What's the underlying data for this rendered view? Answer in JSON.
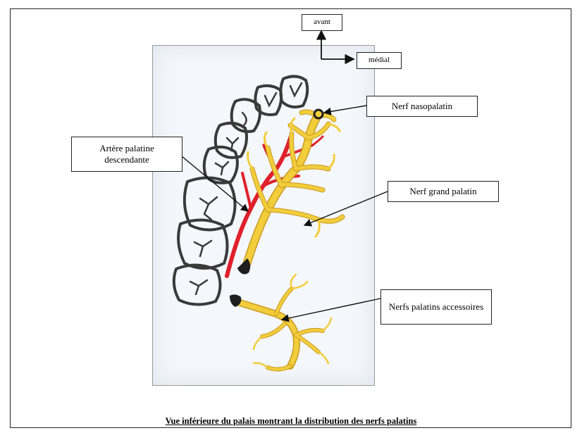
{
  "orientation": {
    "front": "avant",
    "medial": "médial"
  },
  "labels": {
    "nasopalatine": "Nerf nasopalatin",
    "artery": "Artère palatine descendante",
    "greater_palatine": "Nerf grand palatin",
    "accessory": "Nerfs palatins accessoires"
  },
  "caption": "Vue inférieure du palais montrant la distribution des nerfs palatins",
  "colors": {
    "nerve": "#f2cd3c",
    "nerve_outline": "#c99a1e",
    "artery": "#e0202a",
    "teeth_outline": "#3a3a3a",
    "canal": "#1e1e1e"
  }
}
